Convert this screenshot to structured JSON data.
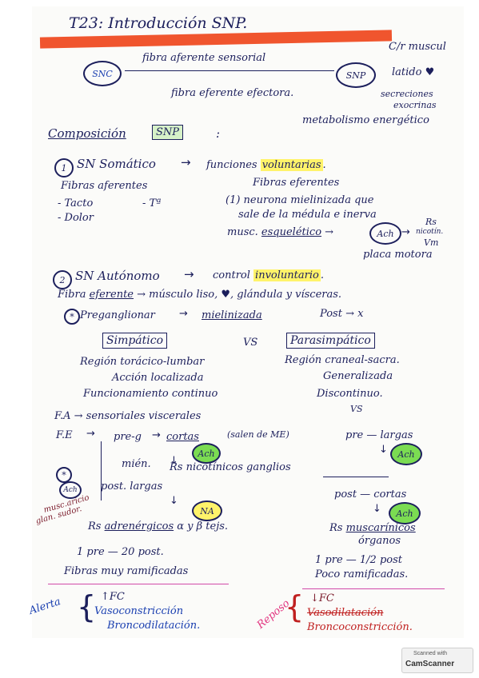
{
  "title": "T23: Introducción SNP.",
  "intro": {
    "snc": "SNC",
    "snp": "SNP",
    "afferent": "fibra aferente sensorial",
    "efferent": "fibra eferente efectora.",
    "cr_musculo": "C/r muscul",
    "latido": "latido ♥",
    "secreciones": "secreciones",
    "exocrinas": "exocrinas",
    "metabolismo": "metabolismo energético"
  },
  "composition": {
    "label": "Composición",
    "snp": "SNP",
    "colon": ":"
  },
  "somatic": {
    "num": "1",
    "title": "SN Somático",
    "result_pre": "funciones ",
    "result_hl": "voluntarias",
    "result_post": ".",
    "aferentes_title": "Fibras aferentes",
    "tacto": "- Tacto",
    "temp": "- Tª",
    "dolor": "- Dolor",
    "eferentes_title": "Fibras eferentes",
    "neurona": "(1) neurona mielinizada que",
    "sale": "sale de la médula e inerva",
    "musc_pre": "musc. ",
    "musc_ul": "esquelético",
    "ach": "Ach",
    "rs": "Rs",
    "nicot": "nicotín.",
    "vm": "Vm",
    "placa": "placa motora"
  },
  "autonomic": {
    "num": "2",
    "title": "SN Autónomo",
    "result_pre": "control ",
    "result_hl": "involuntario",
    "result_post": ".",
    "fibra_pre": "Fibra ",
    "fibra_ul": "eferente",
    "fibra_post": " → músculo liso, ♥, glándula y vísceras.",
    "star": "*",
    "pregang": "Preganglionar",
    "mielinizada": "mielinizada",
    "post": "Post → x"
  },
  "simpatico": {
    "title": "Simpático",
    "vs": "VS",
    "region": "Región torácico-lumbar",
    "accion": "Acción localizada",
    "funcionamiento": "Funcionamiento continuo",
    "fa": "F.A → sensoriales viscerales",
    "fe": "F.E",
    "pre": "pre-g",
    "cortas": "cortas",
    "salen": "(salen de ME)",
    "ach": "Ach",
    "mien": "mién.",
    "rs_nic": "Rs nicotínicos ganglios",
    "asterisk": "*",
    "ach2": "Ach",
    "post": "post. largas",
    "musc": "musc.aricio",
    "glan": "glan. sudor.",
    "na": "NA",
    "rs_adren_pre": "Rs ",
    "rs_adren_ul": "adrenérgicos",
    "rs_adren_post": " α y β tejs.",
    "ratio": "1 pre — 20 post.",
    "fibras": "Fibras muy ramificadas",
    "alerta": "Alerta",
    "fc": "↑FC",
    "vaso": "Vasoconstricción",
    "bronco": "Broncodilatación."
  },
  "parasimpatico": {
    "title": "Parasimpático",
    "region": "Región craneal-sacra.",
    "gen": "Generalizada",
    "disc": "Discontinuo.",
    "vs": "VS",
    "pre": "pre — largas",
    "ach": "Ach",
    "post": "post — cortas",
    "ach2": "Ach",
    "rs_pre": "Rs ",
    "rs_ul": "muscarínicos",
    "organos": "órganos",
    "ratio": "1 pre — 1/2 post",
    "poco": "Poco ramificadas.",
    "reposo": "Reposo",
    "fc": "↓FC",
    "vaso": "Vasodilatación",
    "bronco": "Broncoconstricción."
  },
  "watermark": {
    "scanned": "Scanned with",
    "app": "CamScanner"
  }
}
